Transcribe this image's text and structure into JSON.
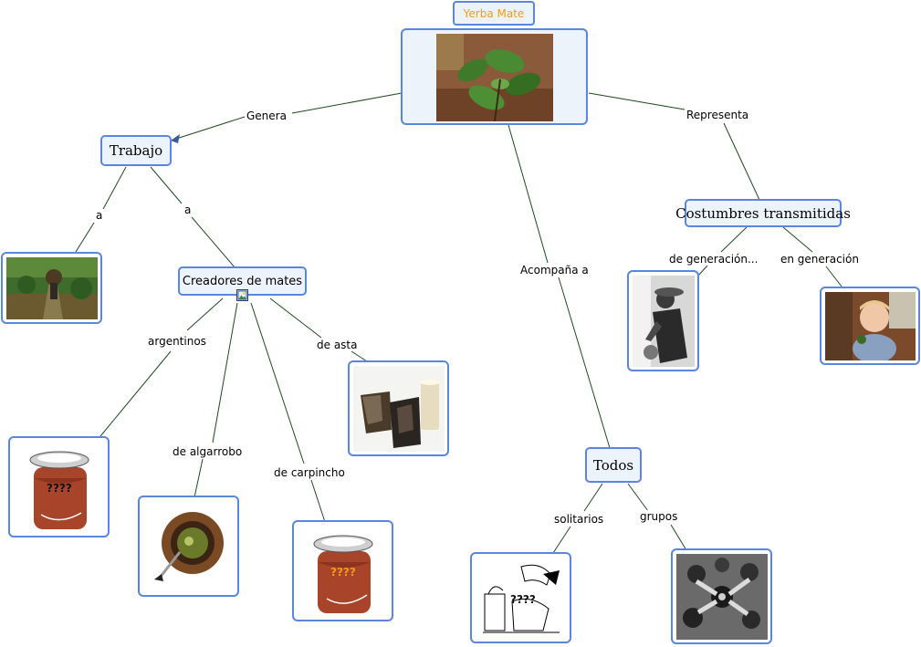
{
  "concepts": {
    "yerba_mate": "Yerba Mate",
    "trabajo": "Trabajo",
    "creadores": "Creadores de mates",
    "costumbres": "Costumbres transmitidas",
    "todos": "Todos"
  },
  "links": {
    "genera": "Genera",
    "representa": "Representa",
    "acompana": "Acompaña a",
    "a1": "a",
    "a2": "a",
    "argentinos": "argentinos",
    "de_asta": "de asta",
    "de_algarrobo": "de algarrobo",
    "de_carpincho": "de carpincho",
    "de_generacion": "de generación...",
    "en_generacion": "en generación",
    "solitarios": "solitarios",
    "grupos": "grupos"
  },
  "image_captions": {
    "mate_argentino": "????",
    "mate_carpincho": "????",
    "solitario": "????"
  },
  "icons": {
    "image_link": "image-icon"
  },
  "colors": {
    "node_border": "#5b86e0",
    "node_fill": "#edf3fb",
    "link_line": "#1f4a1f",
    "title_text": "#f39a1b"
  }
}
